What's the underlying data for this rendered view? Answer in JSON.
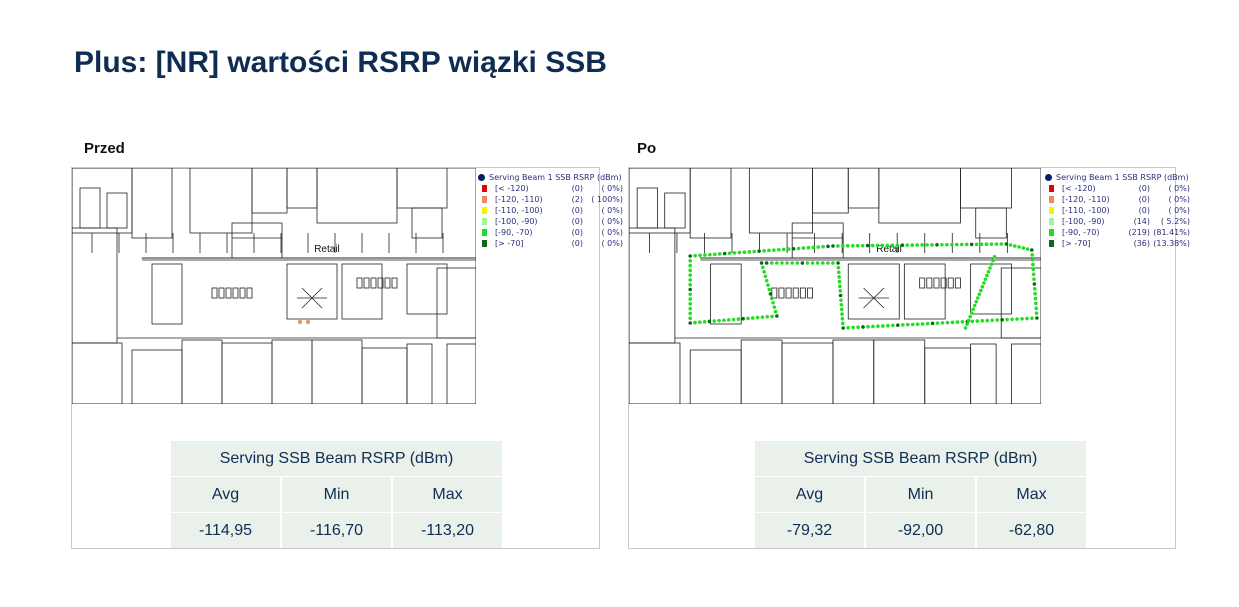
{
  "title": "Plus: [NR] wartości RSRP wiązki SSB",
  "colors": {
    "title": "#0f2d52",
    "table_bg": "#e9f1ea",
    "route": "#22dd22"
  },
  "legend_title": "Serving Beam 1 SSB RSRP (dBm)",
  "legend_ranges": [
    {
      "range": "[< -120)",
      "color": "#e8000b"
    },
    {
      "range": "[-120, -110)",
      "color": "#f08a5a"
    },
    {
      "range": "[-110, -100)",
      "color": "#f5f500"
    },
    {
      "range": "[-100, -90)",
      "color": "#9ef59e"
    },
    {
      "range": "[-90, -70)",
      "color": "#22dd22"
    },
    {
      "range": "[> -70]",
      "color": "#0a6a1a"
    }
  ],
  "map_label": "Retail",
  "panels": [
    {
      "label": "Przed",
      "counts": [
        {
          "c": "(0)",
          "p": "(   0%)"
        },
        {
          "c": "(2)",
          "p": "( 100%)"
        },
        {
          "c": "(0)",
          "p": "(   0%)"
        },
        {
          "c": "(0)",
          "p": "(   0%)"
        },
        {
          "c": "(0)",
          "p": "(   0%)"
        },
        {
          "c": "(0)",
          "p": "(   0%)"
        }
      ],
      "table": {
        "header": "Serving SSB Beam RSRP (dBm)",
        "columns": [
          "Avg",
          "Min",
          "Max"
        ],
        "values": [
          "-114,95",
          "-116,70",
          "-113,20"
        ]
      }
    },
    {
      "label": "Po",
      "counts": [
        {
          "c": "(0)",
          "p": "(   0%)"
        },
        {
          "c": "(0)",
          "p": "(   0%)"
        },
        {
          "c": "(0)",
          "p": "(   0%)"
        },
        {
          "c": "(14)",
          "p": "( 5.2%)"
        },
        {
          "c": "(219)",
          "p": "(81.41%)"
        },
        {
          "c": "(36)",
          "p": "(13.38%)"
        }
      ],
      "table": {
        "header": "Serving SSB Beam RSRP (dBm)",
        "columns": [
          "Avg",
          "Min",
          "Max"
        ],
        "values": [
          "-79,32",
          "-92,00",
          "-62,80"
        ]
      }
    }
  ]
}
